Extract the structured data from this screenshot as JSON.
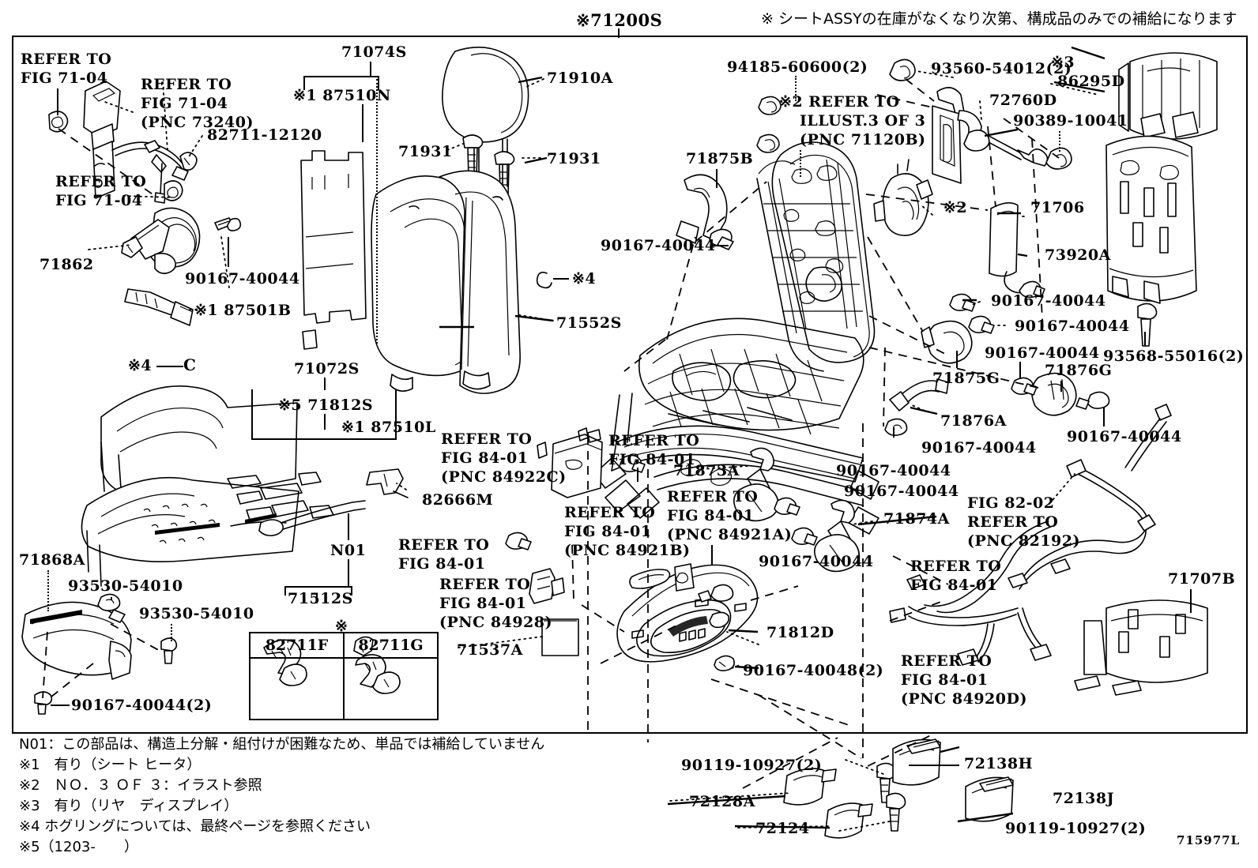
{
  "diagram": {
    "title_top": "※71200S",
    "note_top_right": "※ シートASSYの在庫がなくなり次第、構成品のみでの補給になります",
    "sheet_code": "715977L"
  },
  "footnotes": [
    "N01：この部品は、構造上分解・組付けが困難なため、単品では補給していません",
    "※1　有り（シート ヒータ）",
    "※2　ＮＯ．３ ＯＦ ３：イラスト参照",
    "※3　有り（リヤ　ディスプレイ）",
    "※4 ホグリングについては、最終ページを参照ください",
    "※5（1203-　　）"
  ],
  "table": {
    "headers": [
      "82711F",
      "82711G"
    ],
    "marker": "※"
  },
  "labels": {
    "l01": "REFER TO",
    "l02": "FIG 71-04",
    "l03": "REFER TO",
    "l04": "FIG 71-04",
    "l05": "(PNC 73240)",
    "l06": "82711-12120",
    "l07": "REFER TO",
    "l08": "FIG 71-04",
    "l09": "71862",
    "l10": "90167-40044",
    "l11": "※1 87501B",
    "l12": "71074S",
    "l13": "※1 87510N",
    "l14": "71910A",
    "l15": "71931",
    "l16": "71931",
    "l17": "71552S",
    "l18": "※4",
    "l19": "※4",
    "l20": "71072S",
    "l21": "※5 71812S",
    "l22": "※1 87510L",
    "l23": "82666M",
    "l24": "N01",
    "l25": "71512S",
    "l26": "71868A",
    "l27": "93530-54010",
    "l28": "93530-54010",
    "l29": "90167-40044(2)",
    "l30": "REFER TO",
    "l31": "FIG 84-01",
    "l32": "(PNC 84922C)",
    "l33": "REFER TO",
    "l34": "FIG 84-01",
    "l35": "(PNC 84921B)",
    "l36": "REFER TO",
    "l37": "FIG 84-01",
    "l38": "REFER TO",
    "l39": "FIG 84-01",
    "l40": "(PNC 84928)",
    "l41": "71537A",
    "l42": "94185-60600(2)",
    "l43": "※2 REFER TO",
    "l44": "ILLUST.3 OF 3",
    "l45": "(PNC 71120B)",
    "l46": "71875B",
    "l47": "90167-40044",
    "l48": "93560-54012(2)",
    "l49": "※3",
    "l50": "86295D",
    "l51": "72760D",
    "l52": "90389-10041",
    "l53": "※2",
    "l54": "71706",
    "l55": "73920A",
    "l56": "90167-40044",
    "l57": "90167-40044",
    "l58": "90167-40044",
    "l59": "93568-55016(2)",
    "l60": "71875G",
    "l61": "71876G",
    "l62": "71876A",
    "l63": "90167-40044",
    "l64": "90167-40044",
    "l65": "71873A",
    "l66": "REFER TO",
    "l67": "FIG 84-01",
    "l68": "(PNC 84921A)",
    "l69": "90167-40044",
    "l70": "90167-40044",
    "l71": "71874A",
    "l72": "FIG 82-02",
    "l73": "REFER TO",
    "l74": "(PNC 82192)",
    "l75": "REFER TO",
    "l76": "FIG 84-01",
    "l77": "REFER TO",
    "l78": "FIG 84-01",
    "l79": "(PNC 84920D)",
    "l80": "71707B",
    "l81": "71812D",
    "l82": "90167-40048(2)",
    "l83": "90119-10927(2)",
    "l84": "72128A",
    "l85": "72124",
    "l86": "72138H",
    "l87": "72138J",
    "l88": "90119-10927(2)",
    "l89": "※"
  }
}
